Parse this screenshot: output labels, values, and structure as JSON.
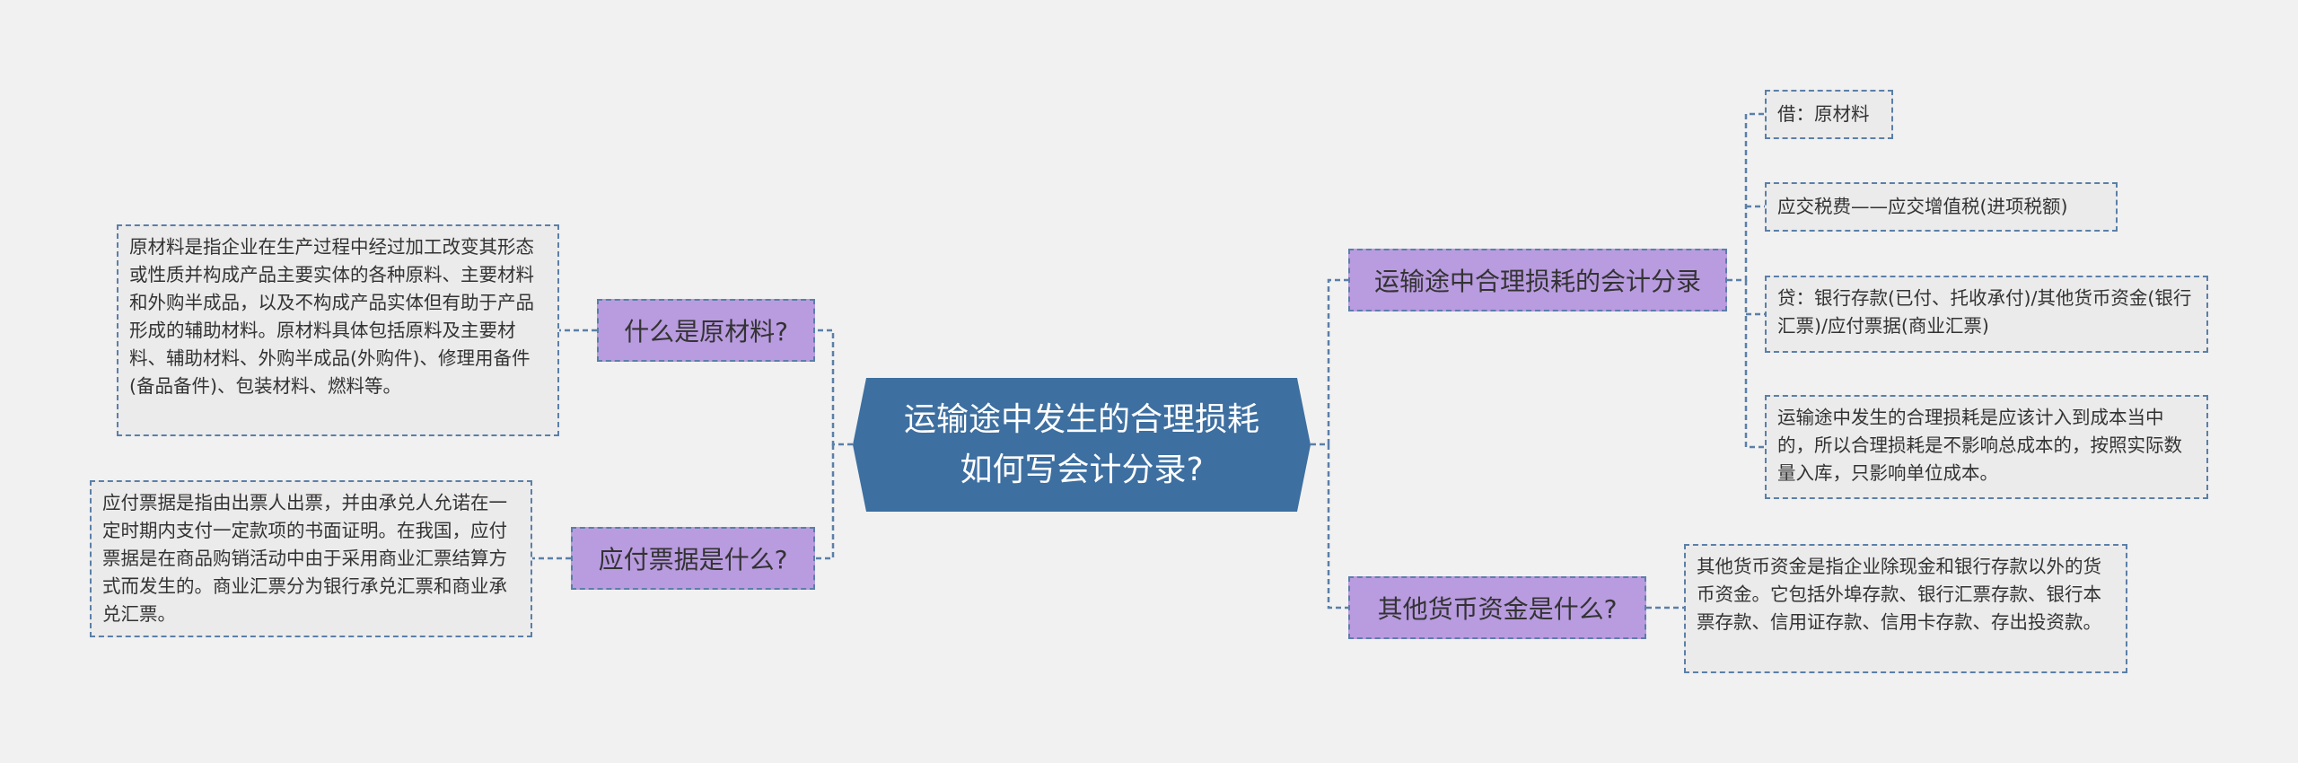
{
  "colors": {
    "background": "#f1f1f1",
    "root_fill": "#3d6fa0",
    "root_text": "#ffffff",
    "branch_fill": "#b99be0",
    "leaf_fill": "#ebebeb",
    "border": "#5b7fa8",
    "text": "#333333"
  },
  "root": {
    "label": "运输途中发生的合理损耗\n如何写会计分录?"
  },
  "left_branches": [
    {
      "label": "什么是原材料?",
      "description": "原材料是指企业在生产过程中经过加工改变其形态或性质并构成产品主要实体的各种原料、主要材料和外购半成品，以及不构成产品实体但有助于产品形成的辅助材料。原材料具体包括原料及主要材料、辅助材料、外购半成品(外购件)、修理用备件(备品备件)、包装材料、燃料等。"
    },
    {
      "label": "应付票据是什么?",
      "description": "应付票据是指由出票人出票，并由承兑人允诺在一定时期内支付一定款项的书面证明。在我国，应付票据是在商品购销活动中由于采用商业汇票结算方式而发生的。商业汇票分为银行承兑汇票和商业承兑汇票。"
    }
  ],
  "right_branches": [
    {
      "label": "运输途中合理损耗的会计分录",
      "children": [
        "借：原材料",
        "应交税费——应交增值税(进项税额)",
        "贷：银行存款(已付、托收承付)/其他货币资金(银行汇票)/应付票据(商业汇票)",
        "运输途中发生的合理损耗是应该计入到成本当中的，所以合理损耗是不影响总成本的，按照实际数量入库，只影响单位成本。"
      ]
    },
    {
      "label": "其他货币资金是什么?",
      "children": [
        "其他货币资金是指企业除现金和银行存款以外的货币资金。它包括外埠存款、银行汇票存款、银行本票存款、信用证存款、信用卡存款、存出投资款。"
      ]
    }
  ]
}
